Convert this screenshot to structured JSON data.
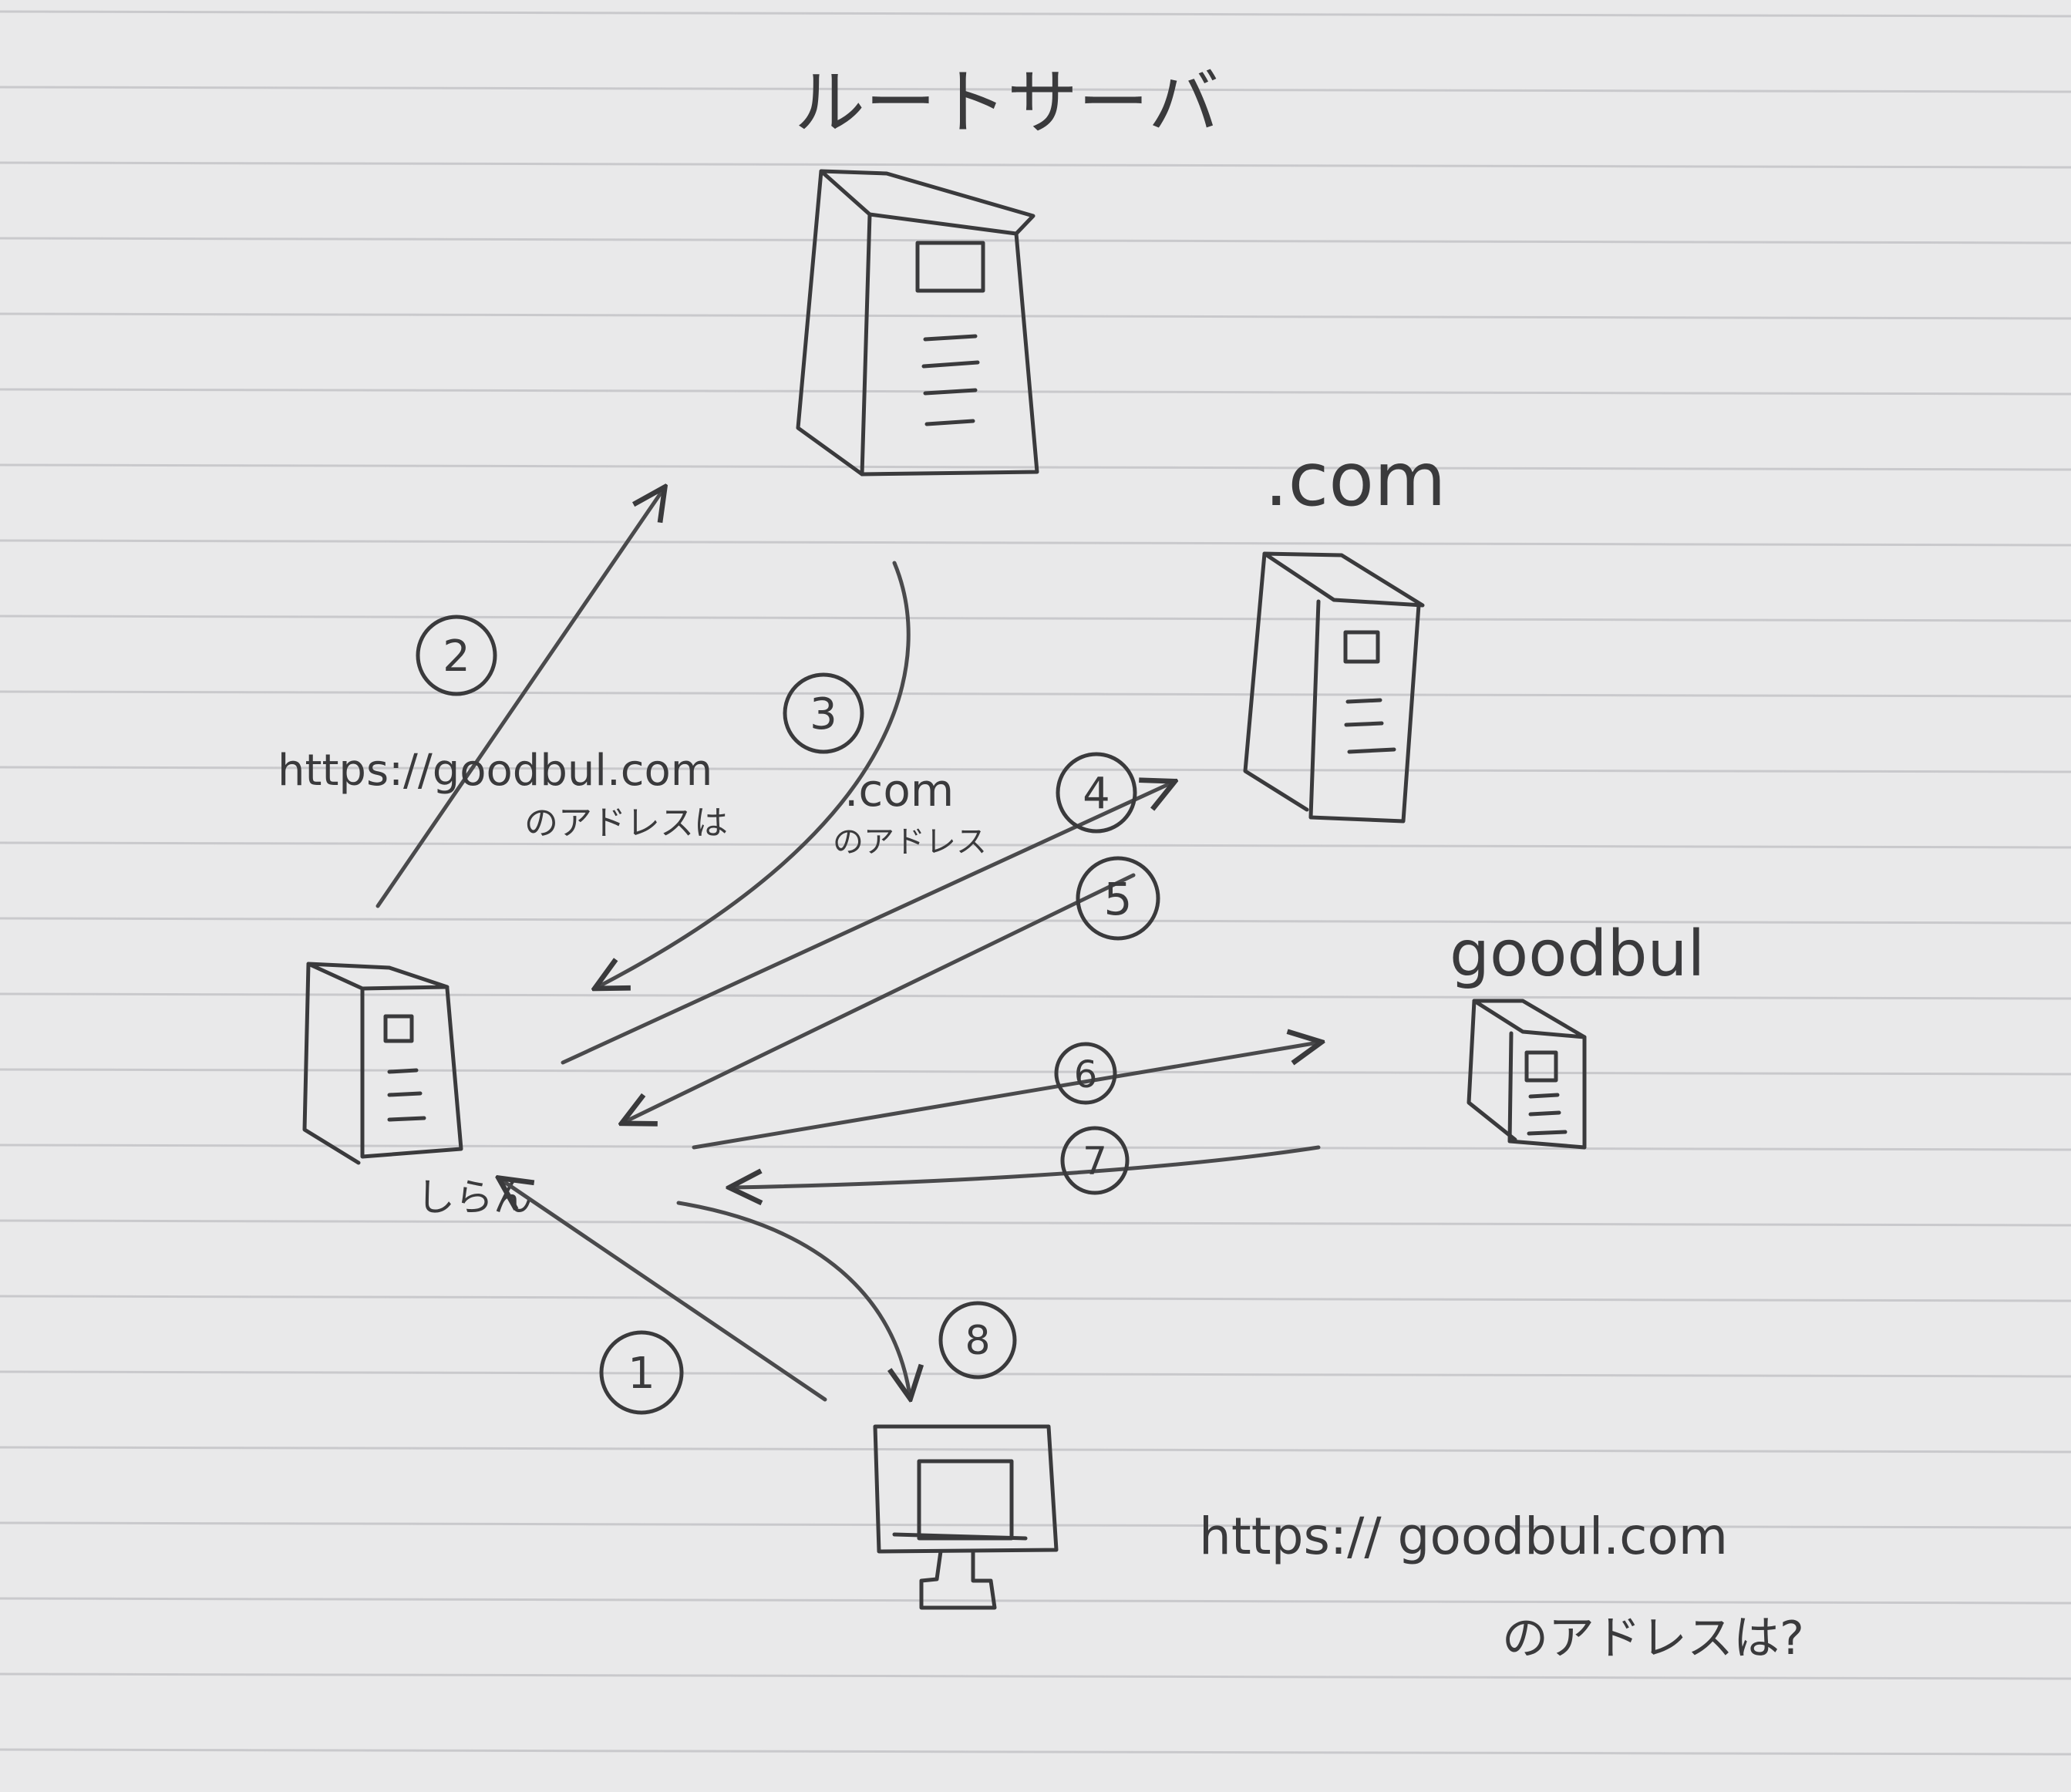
{
  "colors": {
    "paper": "#e9e9ea",
    "rule_line": "#c9c9cc",
    "ink": "#3a3a3c",
    "ink_light": "#5a5a5c"
  },
  "servers": {
    "root": {
      "label": "ルートサーバ"
    },
    "com": {
      "label": ".com"
    },
    "goodbul": {
      "label": "goodbul"
    },
    "resolver": {
      "label": "しらん"
    }
  },
  "client": {
    "icon": "monitor-icon"
  },
  "steps": [
    "1",
    "2",
    "3",
    "4",
    "5",
    "6",
    "7",
    "8"
  ],
  "notes": {
    "q2_line1": "https://goodbul.com",
    "q2_line2": "のアドレスは",
    "a3_line1": ".com",
    "a3_line2": "のアドレス",
    "client_line1": "https:// goodbul.com",
    "client_line2": "のアドレスは?"
  }
}
